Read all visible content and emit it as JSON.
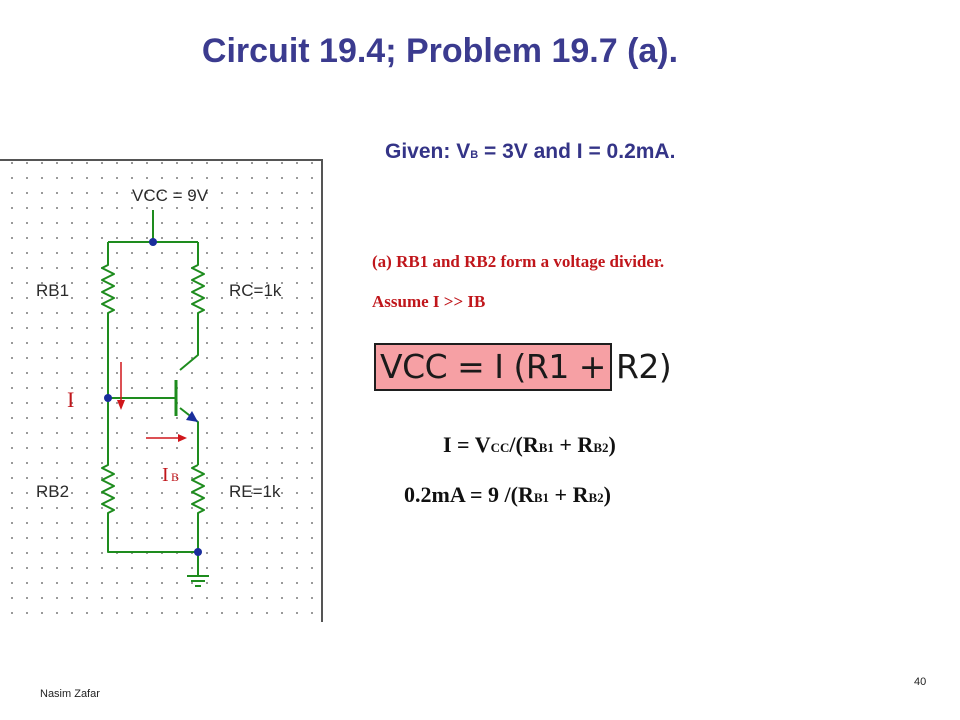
{
  "slide": {
    "title": "Circuit 19.4; Problem 19.7 (a).",
    "given": {
      "prefix": "Given:",
      "vb_letter": "V",
      "vb_sub": "B",
      "rest": " = 3V and I = 0.2mA."
    },
    "part_a_line1": "(a) RB1 and RB2 form a voltage divider.",
    "part_a_line2": "Assume I >> IB",
    "boxed_equation": "VCC = I (R1 + R2)",
    "eq1": {
      "a": "I = V",
      "b": "CC",
      "c": "/(R",
      "d": "B1",
      "e": " + R",
      "f": "B2",
      "g": ")"
    },
    "eq2": {
      "a": "0.2mA = 9 /(R",
      "b": "B1",
      "c": " + R",
      "d": "B2",
      "e": ")"
    },
    "footer_author": "Nasim Zafar",
    "page_number": "40"
  },
  "schematic": {
    "vcc_label": "VCC = 9V",
    "rb1_label": "RB1",
    "rc_label": "RC=1k",
    "rb2_label": "RB2",
    "re_label": "RE=1k",
    "current_i_label": "I",
    "current_ib_letter": "I",
    "current_ib_sub": "B",
    "colors": {
      "wire": "#1e8c1e",
      "node": "#1a2e9c",
      "arrow": "#d0161b",
      "current_label": "#c0161b",
      "frame": "#555555"
    }
  }
}
